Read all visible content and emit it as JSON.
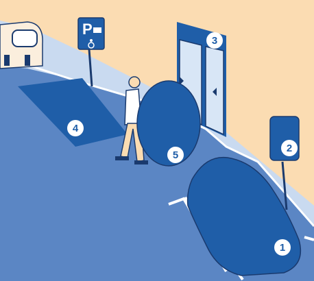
{
  "colors": {
    "wall": "#fbdcb2",
    "pavement": "#c9daf0",
    "road": "#5b86c4",
    "dark": "#1f5ea8",
    "outline": "#1a3a6e",
    "door": "#d8e6f6",
    "white": "#ffffff"
  },
  "sign": {
    "letter": "P",
    "symbol": "wheelchair-icon"
  },
  "badges": [
    {
      "label": "1",
      "area": "parked-car"
    },
    {
      "label": "2",
      "area": "wall-sign"
    },
    {
      "label": "3",
      "area": "entrance-door"
    },
    {
      "label": "4",
      "area": "marked-zone"
    },
    {
      "label": "5",
      "area": "oval-obstacle"
    }
  ]
}
